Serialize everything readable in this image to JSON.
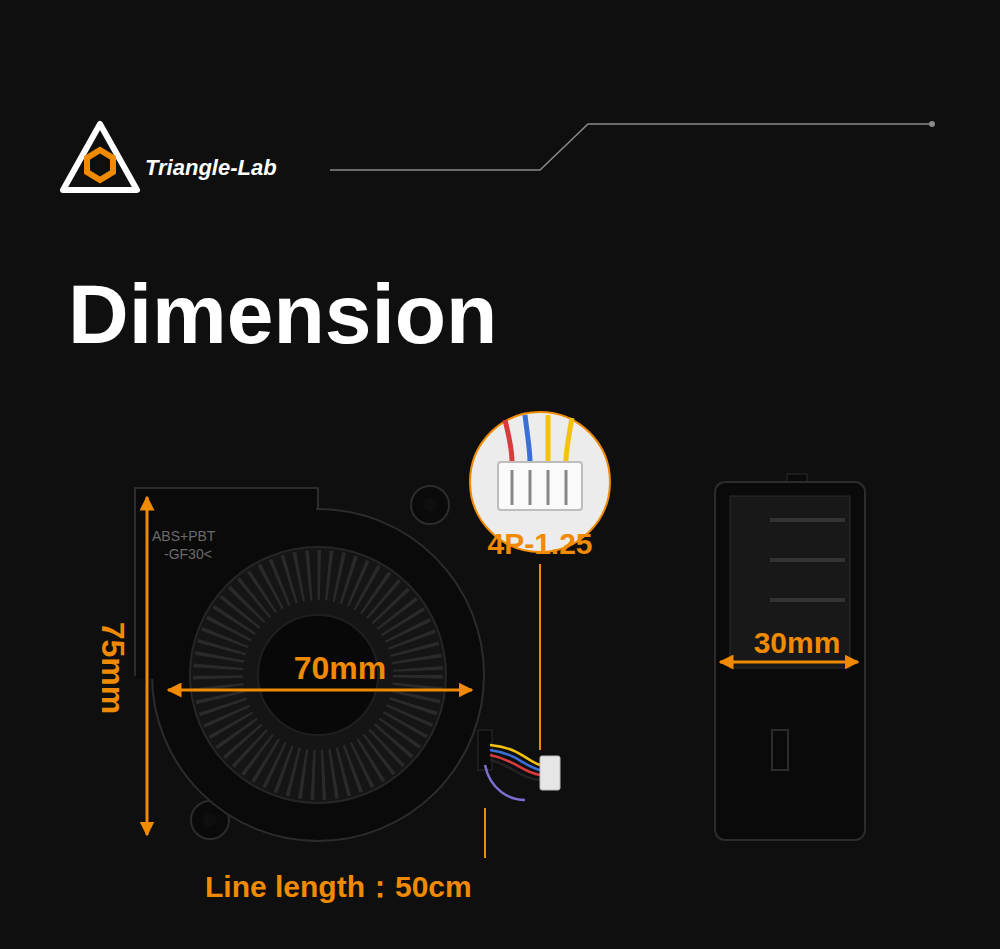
{
  "diagram": {
    "title": "Dimension",
    "labels": [
      "Triangle-Lab",
      "4P-1.25",
      "75mm",
      "70mm",
      "30mm",
      "Line length：50cm",
      "ABS+PBT",
      "-GF30<"
    ]
  }
}
